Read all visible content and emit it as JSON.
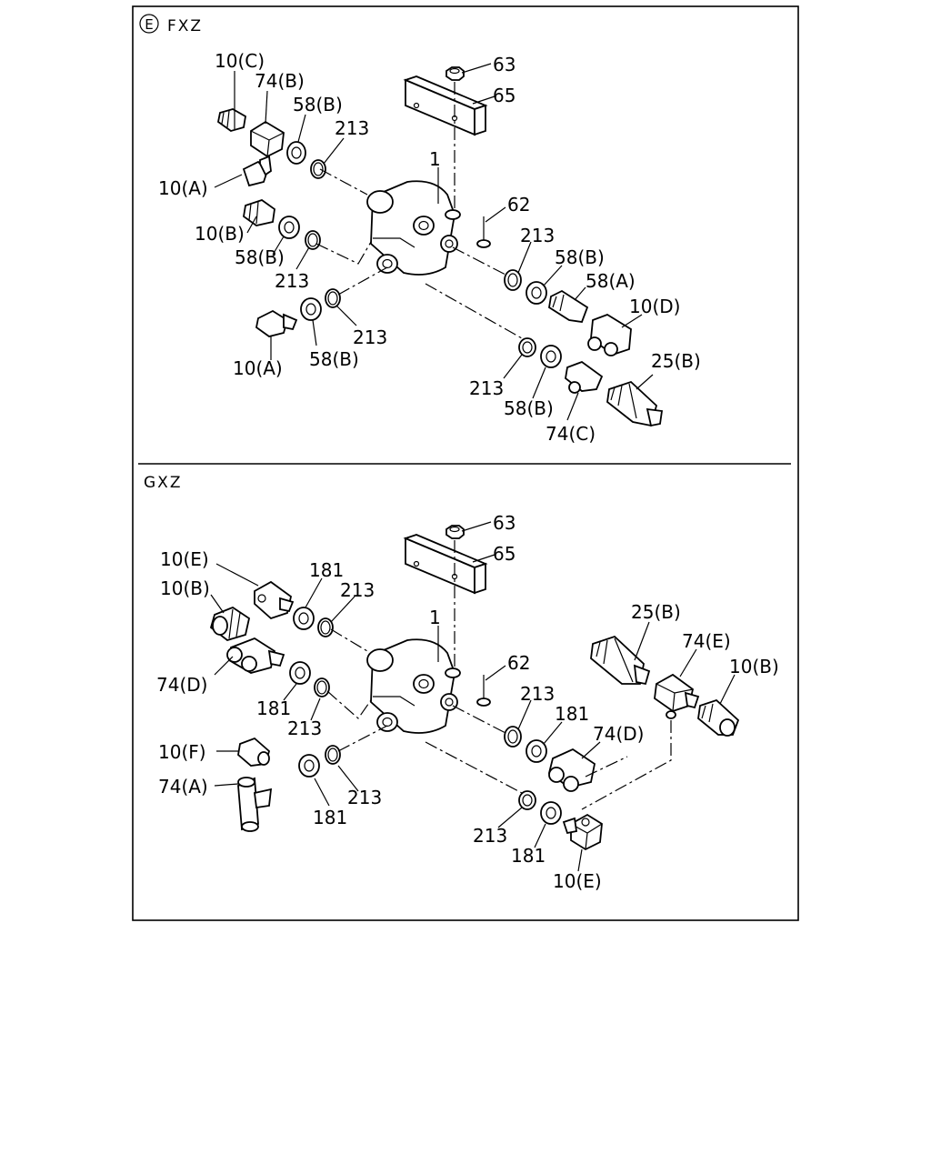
{
  "sections": [
    {
      "code": "FXZ",
      "marker": "E",
      "labels": {
        "p63": "63",
        "p65": "65",
        "p1": "1",
        "p62": "62",
        "p10c": "10(C)",
        "p74b": "74(B)",
        "p58b_top": "58(B)",
        "p213_top": "213",
        "p10a_top": "10(A)",
        "p10b": "10(B)",
        "p58b_mid": "58(B)",
        "p213_mid": "213",
        "p213_low": "213",
        "p10a_low": "10(A)",
        "p58b_low": "58(B)",
        "p213_r1": "213",
        "p58b_r1": "58(B)",
        "p58a": "58(A)",
        "p10d": "10(D)",
        "p213_r2": "213",
        "p58b_r2": "58(B)",
        "p74c": "74(C)",
        "p25b": "25(B)"
      }
    },
    {
      "code": "GXZ",
      "labels": {
        "p63": "63",
        "p65": "65",
        "p1": "1",
        "p62": "62",
        "p10e_top": "10(E)",
        "p10b_left": "10(B)",
        "p181_top": "181",
        "p213_top": "213",
        "p74d_left": "74(D)",
        "p181_mid": "181",
        "p213_mid": "213",
        "p10f": "10(F)",
        "p74a": "74(A)",
        "p181_low": "181",
        "p213_low": "213",
        "p213_r1": "213",
        "p181_r1": "181",
        "p74d_right": "74(D)",
        "p25b": "25(B)",
        "p74e": "74(E)",
        "p10b_right": "10(B)",
        "p213_r2": "213",
        "p181_r2": "181",
        "p10e_low": "10(E)"
      }
    }
  ]
}
